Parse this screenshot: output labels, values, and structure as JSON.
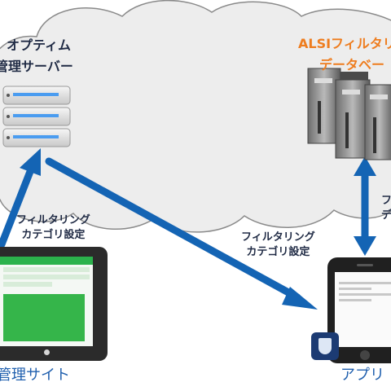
{
  "nodes": {
    "optim_server": [
      "オプティム",
      "管理サーバー"
    ],
    "alsi_db": [
      "ALSIフィルタリ",
      "データベー"
    ],
    "admin_site": "管理サイト",
    "app": "アプリ"
  },
  "flows": {
    "admin_to_server": [
      "フィルタリング",
      "カテゴリ設定"
    ],
    "server_to_app": [
      "フィルタリング",
      "カテゴリ設定"
    ],
    "db_app_partial": [
      "フ",
      "デ"
    ]
  },
  "colors": {
    "arrow": "#1464b4",
    "orange_label": "#ee7d1f",
    "blue_label": "#1f5fae",
    "cloud_fill": "#ededed",
    "cloud_stroke": "#8a8a8a"
  },
  "icons": {
    "server": "server-stack-icon",
    "database": "server-rack-icon",
    "tablet": "tablet-icon",
    "phone": "smartphone-icon",
    "app": "app-shield-icon"
  }
}
